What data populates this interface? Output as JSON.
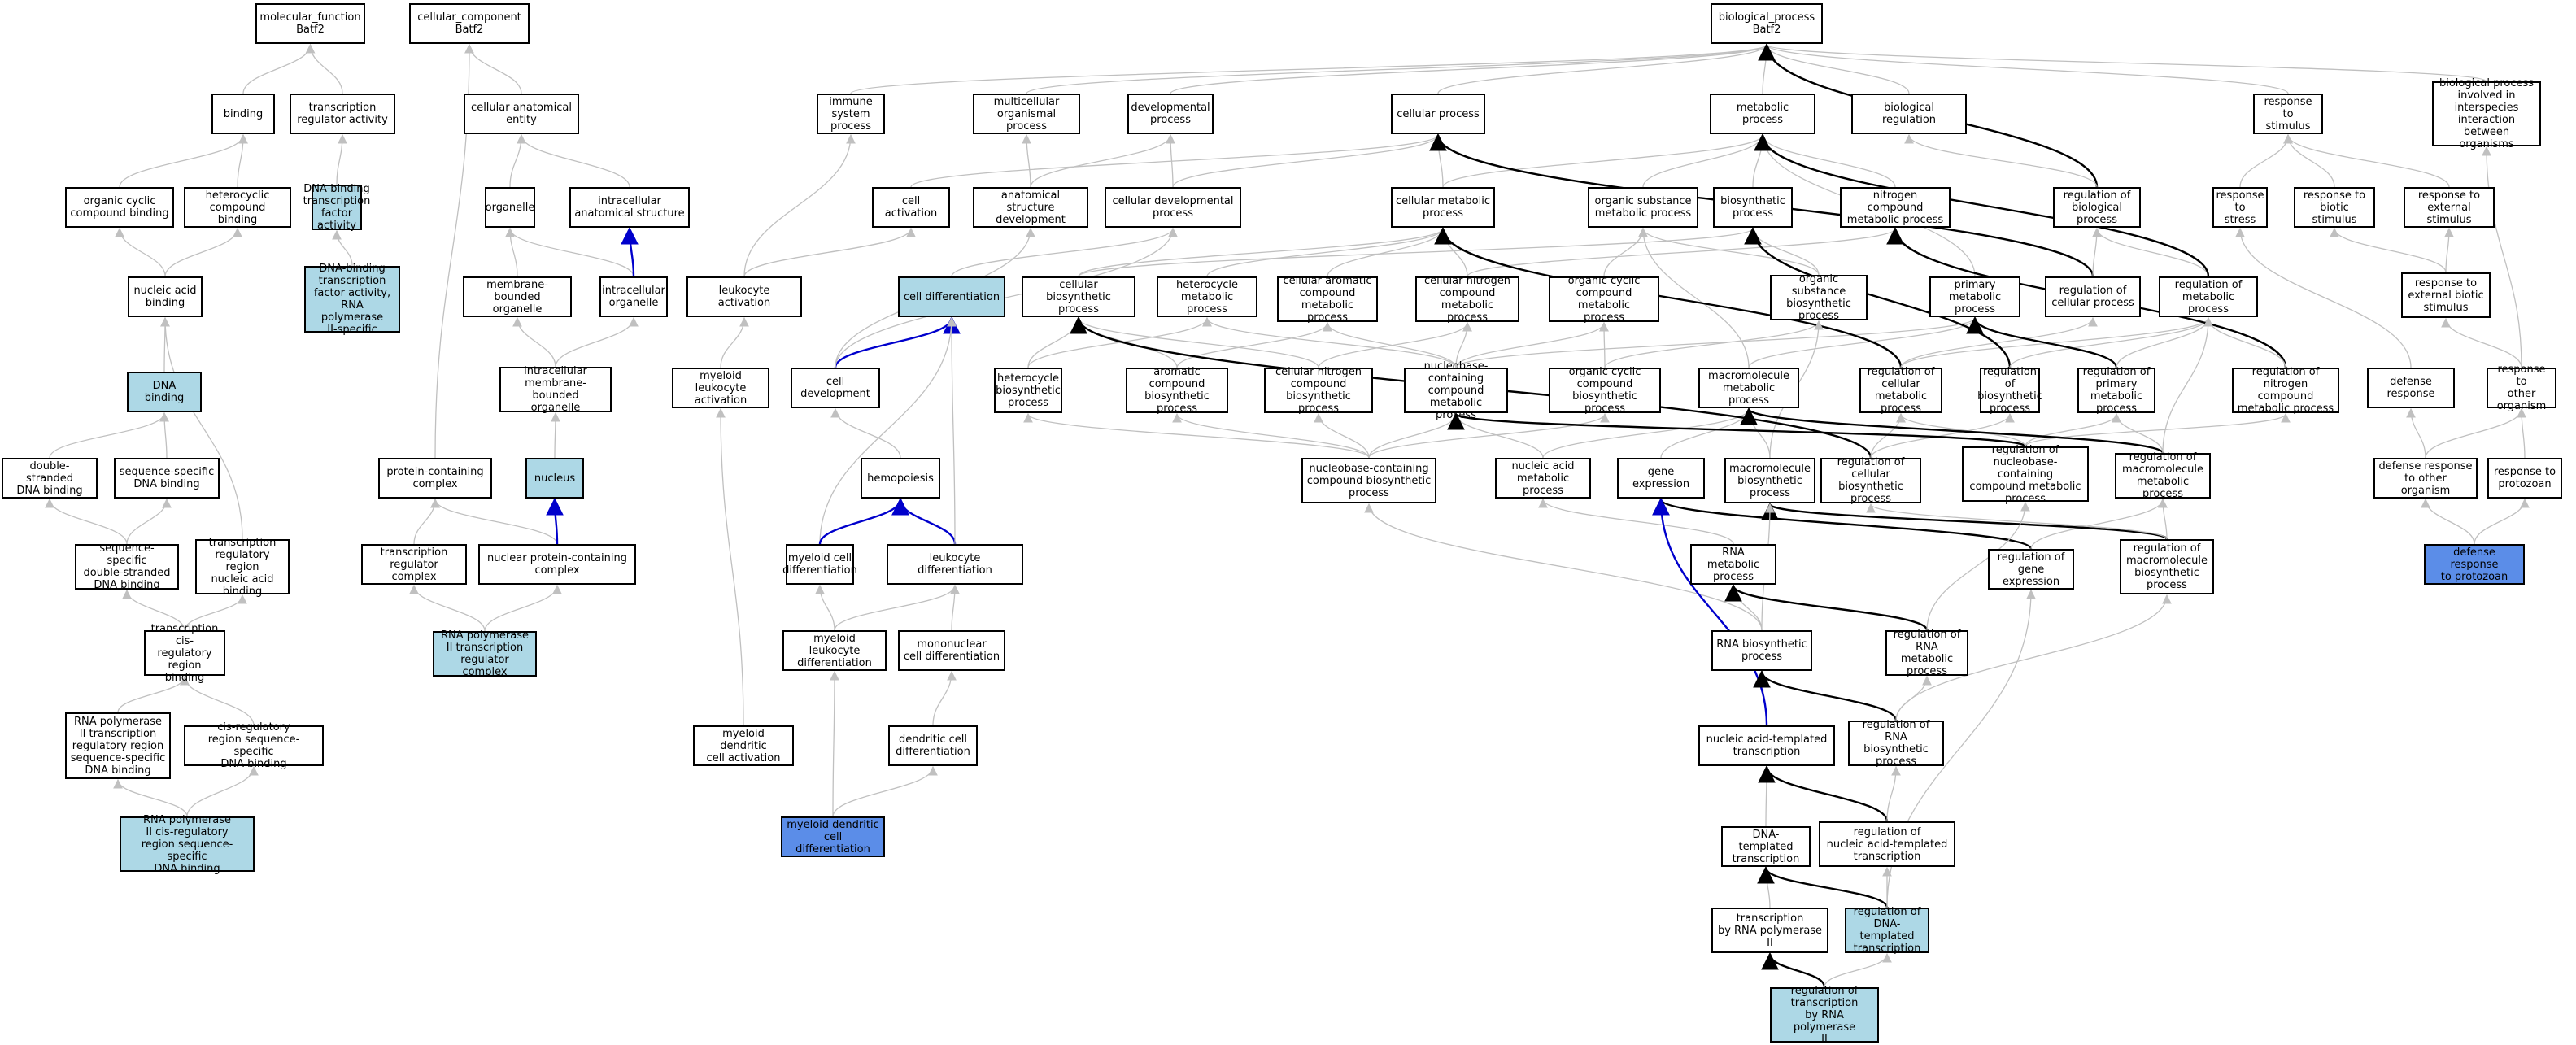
{
  "colors": {
    "node_default": "#ffffff",
    "node_highlight": "#add8e6",
    "node_query": "#5b8de8",
    "edge_default": "#c0c0c0",
    "edge_black": "#000000",
    "edge_blue": "#0000cc"
  },
  "nodes": [
    {
      "id": "mf",
      "label": "molecular_function\nBatf2"
    },
    {
      "id": "binding",
      "label": "binding"
    },
    {
      "id": "trreg",
      "label": "transcription\nregulator activity"
    },
    {
      "id": "ocb",
      "label": "organic cyclic\ncompound binding"
    },
    {
      "id": "hcb",
      "label": "heterocyclic\ncompound binding"
    },
    {
      "id": "dbtf",
      "label": "DNA-binding\ntranscription\nfactor activity",
      "style": "light"
    },
    {
      "id": "dbtf2",
      "label": "DNA-binding\ntranscription\nfactor activity,\nRNA polymerase\nII-specific",
      "style": "light"
    },
    {
      "id": "nab",
      "label": "nucleic acid\nbinding"
    },
    {
      "id": "dnab",
      "label": "DNA binding",
      "style": "light"
    },
    {
      "id": "dsdna",
      "label": "double-stranded\nDNA binding"
    },
    {
      "id": "ssdna",
      "label": "sequence-specific\nDNA binding"
    },
    {
      "id": "ssdsdna",
      "label": "sequence-specific\ndouble-stranded\nDNA binding"
    },
    {
      "id": "trrnab",
      "label": "transcription\nregulatory region\nnucleic acid\nbinding"
    },
    {
      "id": "tcrb",
      "label": "transcription\ncis-regulatory\nregion binding"
    },
    {
      "id": "rnap2trr",
      "label": "RNA polymerase\nII transcription\nregulatory region\nsequence-specific\nDNA binding"
    },
    {
      "id": "cisreg",
      "label": "cis-regulatory\nregion sequence-specific\nDNA binding"
    },
    {
      "id": "rnap2cis",
      "label": "RNA polymerase\nII cis-regulatory\nregion sequence-specific\nDNA binding",
      "style": "light"
    },
    {
      "id": "cc",
      "label": "cellular_component\nBatf2"
    },
    {
      "id": "cae",
      "label": "cellular anatomical\nentity"
    },
    {
      "id": "organelle",
      "label": "organelle"
    },
    {
      "id": "ias",
      "label": "intracellular\nanatomical structure"
    },
    {
      "id": "mbo",
      "label": "membrane-bounded\norganelle"
    },
    {
      "id": "io",
      "label": "intracellular\norganelle"
    },
    {
      "id": "imbo",
      "label": "intracellular\nmembrane-bounded\norganelle"
    },
    {
      "id": "nucleus",
      "label": "nucleus",
      "style": "light"
    },
    {
      "id": "pcc",
      "label": "protein-containing\ncomplex"
    },
    {
      "id": "trc",
      "label": "transcription\nregulator complex"
    },
    {
      "id": "npcc",
      "label": "nuclear protein-containing\ncomplex"
    },
    {
      "id": "rnap2trc",
      "label": "RNA polymerase\nII transcription\nregulator complex",
      "style": "light"
    },
    {
      "id": "bp",
      "label": "biological_process\nBatf2"
    },
    {
      "id": "isp",
      "label": "immune system\nprocess"
    },
    {
      "id": "mop",
      "label": "multicellular\norganismal process"
    },
    {
      "id": "devp",
      "label": "developmental\nprocess"
    },
    {
      "id": "cellp",
      "label": "cellular process"
    },
    {
      "id": "metp",
      "label": "metabolic process"
    },
    {
      "id": "bioreg",
      "label": "biological regulation"
    },
    {
      "id": "rts",
      "label": "response to\nstimulus"
    },
    {
      "id": "bpiii",
      "label": "biological process\ninvolved in\ninterspecies\ninteraction\nbetween organisms"
    },
    {
      "id": "cact",
      "label": "cell activation"
    },
    {
      "id": "asd",
      "label": "anatomical structure\ndevelopment"
    },
    {
      "id": "cdp",
      "label": "cellular developmental\nprocess"
    },
    {
      "id": "cmp",
      "label": "cellular metabolic\nprocess"
    },
    {
      "id": "osmp",
      "label": "organic substance\nmetabolic process"
    },
    {
      "id": "biosp",
      "label": "biosynthetic\nprocess"
    },
    {
      "id": "ncmp",
      "label": "nitrogen compound\nmetabolic process"
    },
    {
      "id": "rbp",
      "label": "regulation of\nbiological process"
    },
    {
      "id": "rstress",
      "label": "response to\nstress"
    },
    {
      "id": "rbs",
      "label": "response to\nbiotic stimulus"
    },
    {
      "id": "res",
      "label": "response to\nexternal stimulus"
    },
    {
      "id": "lact",
      "label": "leukocyte activation"
    },
    {
      "id": "cdiff",
      "label": "cell differentiation",
      "style": "light"
    },
    {
      "id": "cbp",
      "label": "cellular biosynthetic\nprocess"
    },
    {
      "id": "hmp",
      "label": "heterocycle\nmetabolic process"
    },
    {
      "id": "cacmp",
      "label": "cellular aromatic\ncompound metabolic\nprocess"
    },
    {
      "id": "cncmp",
      "label": "cellular nitrogen\ncompound metabolic\nprocess"
    },
    {
      "id": "occmp",
      "label": "organic cyclic\ncompound metabolic\nprocess"
    },
    {
      "id": "osbp",
      "label": "organic substance\nbiosynthetic\nprocess"
    },
    {
      "id": "pmp",
      "label": "primary metabolic\nprocess"
    },
    {
      "id": "rcp",
      "label": "regulation of\ncellular process"
    },
    {
      "id": "rmp",
      "label": "regulation of\nmetabolic process"
    },
    {
      "id": "rebs",
      "label": "response to\nexternal biotic\nstimulus"
    },
    {
      "id": "mla",
      "label": "myeloid leukocyte\nactivation"
    },
    {
      "id": "cdev",
      "label": "cell development"
    },
    {
      "id": "hbp",
      "label": "heterocycle\nbiosynthetic\nprocess"
    },
    {
      "id": "acbp",
      "label": "aromatic compound\nbiosynthetic\nprocess"
    },
    {
      "id": "cncbp",
      "label": "cellular nitrogen\ncompound biosynthetic\nprocess"
    },
    {
      "id": "nbccmp",
      "label": "nucleobase-containing\ncompound metabolic\nprocess"
    },
    {
      "id": "occbp",
      "label": "organic cyclic\ncompound biosynthetic\nprocess"
    },
    {
      "id": "mmp",
      "label": "macromolecule\nmetabolic process"
    },
    {
      "id": "rcmp",
      "label": "regulation of\ncellular metabolic\nprocess"
    },
    {
      "id": "rbiosp",
      "label": "regulation of\nbiosynthetic\nprocess"
    },
    {
      "id": "rpmp",
      "label": "regulation of\nprimary metabolic\nprocess"
    },
    {
      "id": "rncmp",
      "label": "regulation of\nnitrogen compound\nmetabolic process"
    },
    {
      "id": "dresp",
      "label": "defense response"
    },
    {
      "id": "rto",
      "label": "response to\nother organism"
    },
    {
      "id": "hemo",
      "label": "hemopoiesis"
    },
    {
      "id": "nbccbp",
      "label": "nucleobase-containing\ncompound biosynthetic\nprocess"
    },
    {
      "id": "namp",
      "label": "nucleic acid\nmetabolic process"
    },
    {
      "id": "gexp",
      "label": "gene expression"
    },
    {
      "id": "mmbp",
      "label": "macromolecule\nbiosynthetic\nprocess"
    },
    {
      "id": "rcbp",
      "label": "regulation of\ncellular biosynthetic\nprocess"
    },
    {
      "id": "rnbccmp",
      "label": "regulation of\nnucleobase-containing\ncompound metabolic\nprocess"
    },
    {
      "id": "rmmp",
      "label": "regulation of\nmacromolecule\nmetabolic process"
    },
    {
      "id": "drto",
      "label": "defense response\nto other organism"
    },
    {
      "id": "rtp",
      "label": "response to\nprotozoan"
    },
    {
      "id": "mcd",
      "label": "myeloid cell\ndifferentiation"
    },
    {
      "id": "ld",
      "label": "leukocyte differentiation"
    },
    {
      "id": "rnamp",
      "label": "RNA metabolic\nprocess"
    },
    {
      "id": "rge",
      "label": "regulation of\ngene expression"
    },
    {
      "id": "rmmbp",
      "label": "regulation of\nmacromolecule\nbiosynthetic\nprocess"
    },
    {
      "id": "drtp",
      "label": "defense response\nto protozoan",
      "style": "query"
    },
    {
      "id": "mld",
      "label": "myeloid leukocyte\ndifferentiation"
    },
    {
      "id": "mncd",
      "label": "mononuclear\ncell differentiation"
    },
    {
      "id": "rnabp",
      "label": "RNA biosynthetic\nprocess"
    },
    {
      "id": "rrnamp",
      "label": "regulation of\nRNA metabolic\nprocess"
    },
    {
      "id": "mdca",
      "label": "myeloid dendritic\ncell activation"
    },
    {
      "id": "dcd",
      "label": "dendritic cell\ndifferentiation"
    },
    {
      "id": "natt",
      "label": "nucleic acid-templated\ntranscription"
    },
    {
      "id": "rrnabp",
      "label": "regulation of\nRNA biosynthetic\nprocess"
    },
    {
      "id": "mdcd",
      "label": "myeloid dendritic\ncell differentiation",
      "style": "query"
    },
    {
      "id": "dtt",
      "label": "DNA-templated\ntranscription"
    },
    {
      "id": "rnatt",
      "label": "regulation of\nnucleic acid-templated\ntranscription"
    },
    {
      "id": "trnap2",
      "label": "transcription\nby RNA polymerase\nII"
    },
    {
      "id": "rdtt",
      "label": "regulation of\nDNA-templated\ntranscription",
      "style": "light"
    },
    {
      "id": "rtrnap2",
      "label": "regulation of\ntranscription\nby RNA polymerase\nII",
      "style": "light"
    }
  ],
  "edges": [
    [
      "binding",
      "mf",
      "g"
    ],
    [
      "trreg",
      "mf",
      "g"
    ],
    [
      "ocb",
      "binding",
      "g"
    ],
    [
      "hcb",
      "binding",
      "g"
    ],
    [
      "dbtf",
      "trreg",
      "g"
    ],
    [
      "dbtf2",
      "dbtf",
      "g"
    ],
    [
      "nab",
      "ocb",
      "g"
    ],
    [
      "nab",
      "hcb",
      "g"
    ],
    [
      "dnab",
      "nab",
      "g"
    ],
    [
      "dsdna",
      "dnab",
      "g"
    ],
    [
      "ssdna",
      "dnab",
      "g"
    ],
    [
      "ssdsdna",
      "dsdna",
      "g"
    ],
    [
      "ssdsdna",
      "ssdna",
      "g"
    ],
    [
      "trrnab",
      "nab",
      "g"
    ],
    [
      "tcrb",
      "ssdsdna",
      "g"
    ],
    [
      "tcrb",
      "trrnab",
      "g"
    ],
    [
      "rnap2trr",
      "tcrb",
      "g"
    ],
    [
      "cisreg",
      "tcrb",
      "g"
    ],
    [
      "rnap2cis",
      "rnap2trr",
      "g"
    ],
    [
      "rnap2cis",
      "cisreg",
      "g"
    ],
    [
      "cae",
      "cc",
      "g"
    ],
    [
      "organelle",
      "cae",
      "g"
    ],
    [
      "ias",
      "cae",
      "g"
    ],
    [
      "mbo",
      "organelle",
      "g"
    ],
    [
      "io",
      "organelle",
      "g"
    ],
    [
      "io",
      "ias",
      "b"
    ],
    [
      "imbo",
      "mbo",
      "g"
    ],
    [
      "imbo",
      "io",
      "g"
    ],
    [
      "nucleus",
      "imbo",
      "g"
    ],
    [
      "pcc",
      "cc",
      "g"
    ],
    [
      "trc",
      "pcc",
      "g"
    ],
    [
      "npcc",
      "pcc",
      "g"
    ],
    [
      "npcc",
      "nucleus",
      "u"
    ],
    [
      "rnap2trc",
      "trc",
      "g"
    ],
    [
      "rnap2trc",
      "npcc",
      "g"
    ],
    [
      "isp",
      "bp",
      "g"
    ],
    [
      "mop",
      "bp",
      "g"
    ],
    [
      "devp",
      "bp",
      "g"
    ],
    [
      "cellp",
      "bp",
      "g"
    ],
    [
      "metp",
      "bp",
      "g"
    ],
    [
      "bioreg",
      "bp",
      "g"
    ],
    [
      "rts",
      "bp",
      "g"
    ],
    [
      "bpiii",
      "bp",
      "g"
    ],
    [
      "rbp",
      "bp",
      "k"
    ],
    [
      "cact",
      "cellp",
      "g"
    ],
    [
      "asd",
      "mop",
      "g"
    ],
    [
      "asd",
      "devp",
      "g"
    ],
    [
      "cdp",
      "cellp",
      "g"
    ],
    [
      "cdp",
      "devp",
      "g"
    ],
    [
      "cmp",
      "cellp",
      "g"
    ],
    [
      "cmp",
      "metp",
      "g"
    ],
    [
      "osmp",
      "metp",
      "g"
    ],
    [
      "biosp",
      "metp",
      "g"
    ],
    [
      "ncmp",
      "metp",
      "g"
    ],
    [
      "rbp",
      "bioreg",
      "g"
    ],
    [
      "rstress",
      "rts",
      "g"
    ],
    [
      "rbs",
      "rts",
      "g"
    ],
    [
      "res",
      "rts",
      "g"
    ],
    [
      "lact",
      "isp",
      "g"
    ],
    [
      "lact",
      "cact",
      "g"
    ],
    [
      "cdiff",
      "cdp",
      "g"
    ],
    [
      "cbp",
      "cmp",
      "g"
    ],
    [
      "cbp",
      "biosp",
      "g"
    ],
    [
      "hmp",
      "cmp",
      "g"
    ],
    [
      "cacmp",
      "cmp",
      "g"
    ],
    [
      "cncmp",
      "cmp",
      "g"
    ],
    [
      "cncmp",
      "ncmp",
      "g"
    ],
    [
      "occmp",
      "osmp",
      "g"
    ],
    [
      "osbp",
      "osmp",
      "g"
    ],
    [
      "osbp",
      "biosp",
      "g"
    ],
    [
      "pmp",
      "metp",
      "g"
    ],
    [
      "rcp",
      "cellp",
      "k"
    ],
    [
      "rcp",
      "rbp",
      "g"
    ],
    [
      "rmp",
      "rbp",
      "g"
    ],
    [
      "rmp",
      "metp",
      "k"
    ],
    [
      "rebs",
      "res",
      "g"
    ],
    [
      "rebs",
      "rbs",
      "g"
    ],
    [
      "mla",
      "lact",
      "g"
    ],
    [
      "cdev",
      "cdiff",
      "u"
    ],
    [
      "cdev",
      "asd",
      "g"
    ],
    [
      "cdev",
      "cdp",
      "g"
    ],
    [
      "hbp",
      "cbp",
      "g"
    ],
    [
      "hbp",
      "hmp",
      "g"
    ],
    [
      "acbp",
      "cbp",
      "g"
    ],
    [
      "acbp",
      "cacmp",
      "g"
    ],
    [
      "cncbp",
      "cbp",
      "g"
    ],
    [
      "cncbp",
      "cncmp",
      "g"
    ],
    [
      "nbccmp",
      "hmp",
      "g"
    ],
    [
      "nbccmp",
      "cacmp",
      "g"
    ],
    [
      "nbccmp",
      "cncmp",
      "g"
    ],
    [
      "nbccmp",
      "occmp",
      "g"
    ],
    [
      "nbccmp",
      "pmp",
      "g"
    ],
    [
      "occbp",
      "occmp",
      "g"
    ],
    [
      "occbp",
      "osbp",
      "g"
    ],
    [
      "mmp",
      "osmp",
      "g"
    ],
    [
      "mmp",
      "pmp",
      "g"
    ],
    [
      "rcmp",
      "cmp",
      "k"
    ],
    [
      "rcmp",
      "rcp",
      "g"
    ],
    [
      "rcmp",
      "rmp",
      "g"
    ],
    [
      "rbiosp",
      "biosp",
      "k"
    ],
    [
      "rbiosp",
      "rmp",
      "g"
    ],
    [
      "rpmp",
      "pmp",
      "k"
    ],
    [
      "rpmp",
      "rmp",
      "g"
    ],
    [
      "rncmp",
      "ncmp",
      "k"
    ],
    [
      "rncmp",
      "rmp",
      "g"
    ],
    [
      "dresp",
      "rstress",
      "g"
    ],
    [
      "rto",
      "rebs",
      "g"
    ],
    [
      "rto",
      "bpiii",
      "g"
    ],
    [
      "hemo",
      "cdev",
      "g"
    ],
    [
      "nbccbp",
      "hbp",
      "g"
    ],
    [
      "nbccbp",
      "acbp",
      "g"
    ],
    [
      "nbccbp",
      "cncbp",
      "g"
    ],
    [
      "nbccbp",
      "nbccmp",
      "g"
    ],
    [
      "nbccbp",
      "occbp",
      "g"
    ],
    [
      "namp",
      "nbccmp",
      "g"
    ],
    [
      "namp",
      "mmp",
      "g"
    ],
    [
      "gexp",
      "mmp",
      "g"
    ],
    [
      "mmbp",
      "mmp",
      "g"
    ],
    [
      "mmbp",
      "osbp",
      "g"
    ],
    [
      "rcbp",
      "cbp",
      "k"
    ],
    [
      "rcbp",
      "rcmp",
      "g"
    ],
    [
      "rcbp",
      "rbiosp",
      "g"
    ],
    [
      "rnbccmp",
      "nbccmp",
      "k"
    ],
    [
      "rnbccmp",
      "rcmp",
      "g"
    ],
    [
      "rnbccmp",
      "rpmp",
      "g"
    ],
    [
      "rnbccmp",
      "rncmp",
      "g"
    ],
    [
      "rmmp",
      "mmp",
      "k"
    ],
    [
      "rmmp",
      "rpmp",
      "g"
    ],
    [
      "rmmp",
      "rmp",
      "g"
    ],
    [
      "drto",
      "dresp",
      "g"
    ],
    [
      "drto",
      "rto",
      "g"
    ],
    [
      "rtp",
      "rto",
      "g"
    ],
    [
      "mcd",
      "cdiff",
      "g"
    ],
    [
      "mcd",
      "hemo",
      "u"
    ],
    [
      "ld",
      "hemo",
      "u"
    ],
    [
      "ld",
      "cdiff",
      "g"
    ],
    [
      "rnamp",
      "namp",
      "g"
    ],
    [
      "rge",
      "gexp",
      "k"
    ],
    [
      "rge",
      "rmmp",
      "g"
    ],
    [
      "rmmbp",
      "mmbp",
      "k"
    ],
    [
      "rmmbp",
      "rcbp",
      "g"
    ],
    [
      "rmmbp",
      "rmmp",
      "g"
    ],
    [
      "drtp",
      "drto",
      "g"
    ],
    [
      "drtp",
      "rtp",
      "g"
    ],
    [
      "mld",
      "mcd",
      "g"
    ],
    [
      "mld",
      "ld",
      "g"
    ],
    [
      "mncd",
      "ld",
      "g"
    ],
    [
      "rnabp",
      "rnamp",
      "g"
    ],
    [
      "rnabp",
      "nbccbp",
      "g"
    ],
    [
      "rnabp",
      "mmbp",
      "g"
    ],
    [
      "rrnamp",
      "rnamp",
      "k"
    ],
    [
      "rrnamp",
      "rnbccmp",
      "g"
    ],
    [
      "mdca",
      "mla",
      "g"
    ],
    [
      "dcd",
      "mncd",
      "g"
    ],
    [
      "natt",
      "rnabp",
      "g"
    ],
    [
      "natt",
      "gexp",
      "u"
    ],
    [
      "rrnabp",
      "rnabp",
      "k"
    ],
    [
      "rrnabp",
      "rrnamp",
      "g"
    ],
    [
      "rrnabp",
      "rmmbp",
      "g"
    ],
    [
      "mdcd",
      "mld",
      "g"
    ],
    [
      "mdcd",
      "dcd",
      "g"
    ],
    [
      "dtt",
      "natt",
      "g"
    ],
    [
      "rnatt",
      "natt",
      "k"
    ],
    [
      "rnatt",
      "rrnabp",
      "g"
    ],
    [
      "trnap2",
      "dtt",
      "g"
    ],
    [
      "rdtt",
      "dtt",
      "k"
    ],
    [
      "rdtt",
      "rnatt",
      "g"
    ],
    [
      "rdtt",
      "rge",
      "g"
    ],
    [
      "rtrnap2",
      "trnap2",
      "k"
    ],
    [
      "rtrnap2",
      "rdtt",
      "g"
    ]
  ]
}
